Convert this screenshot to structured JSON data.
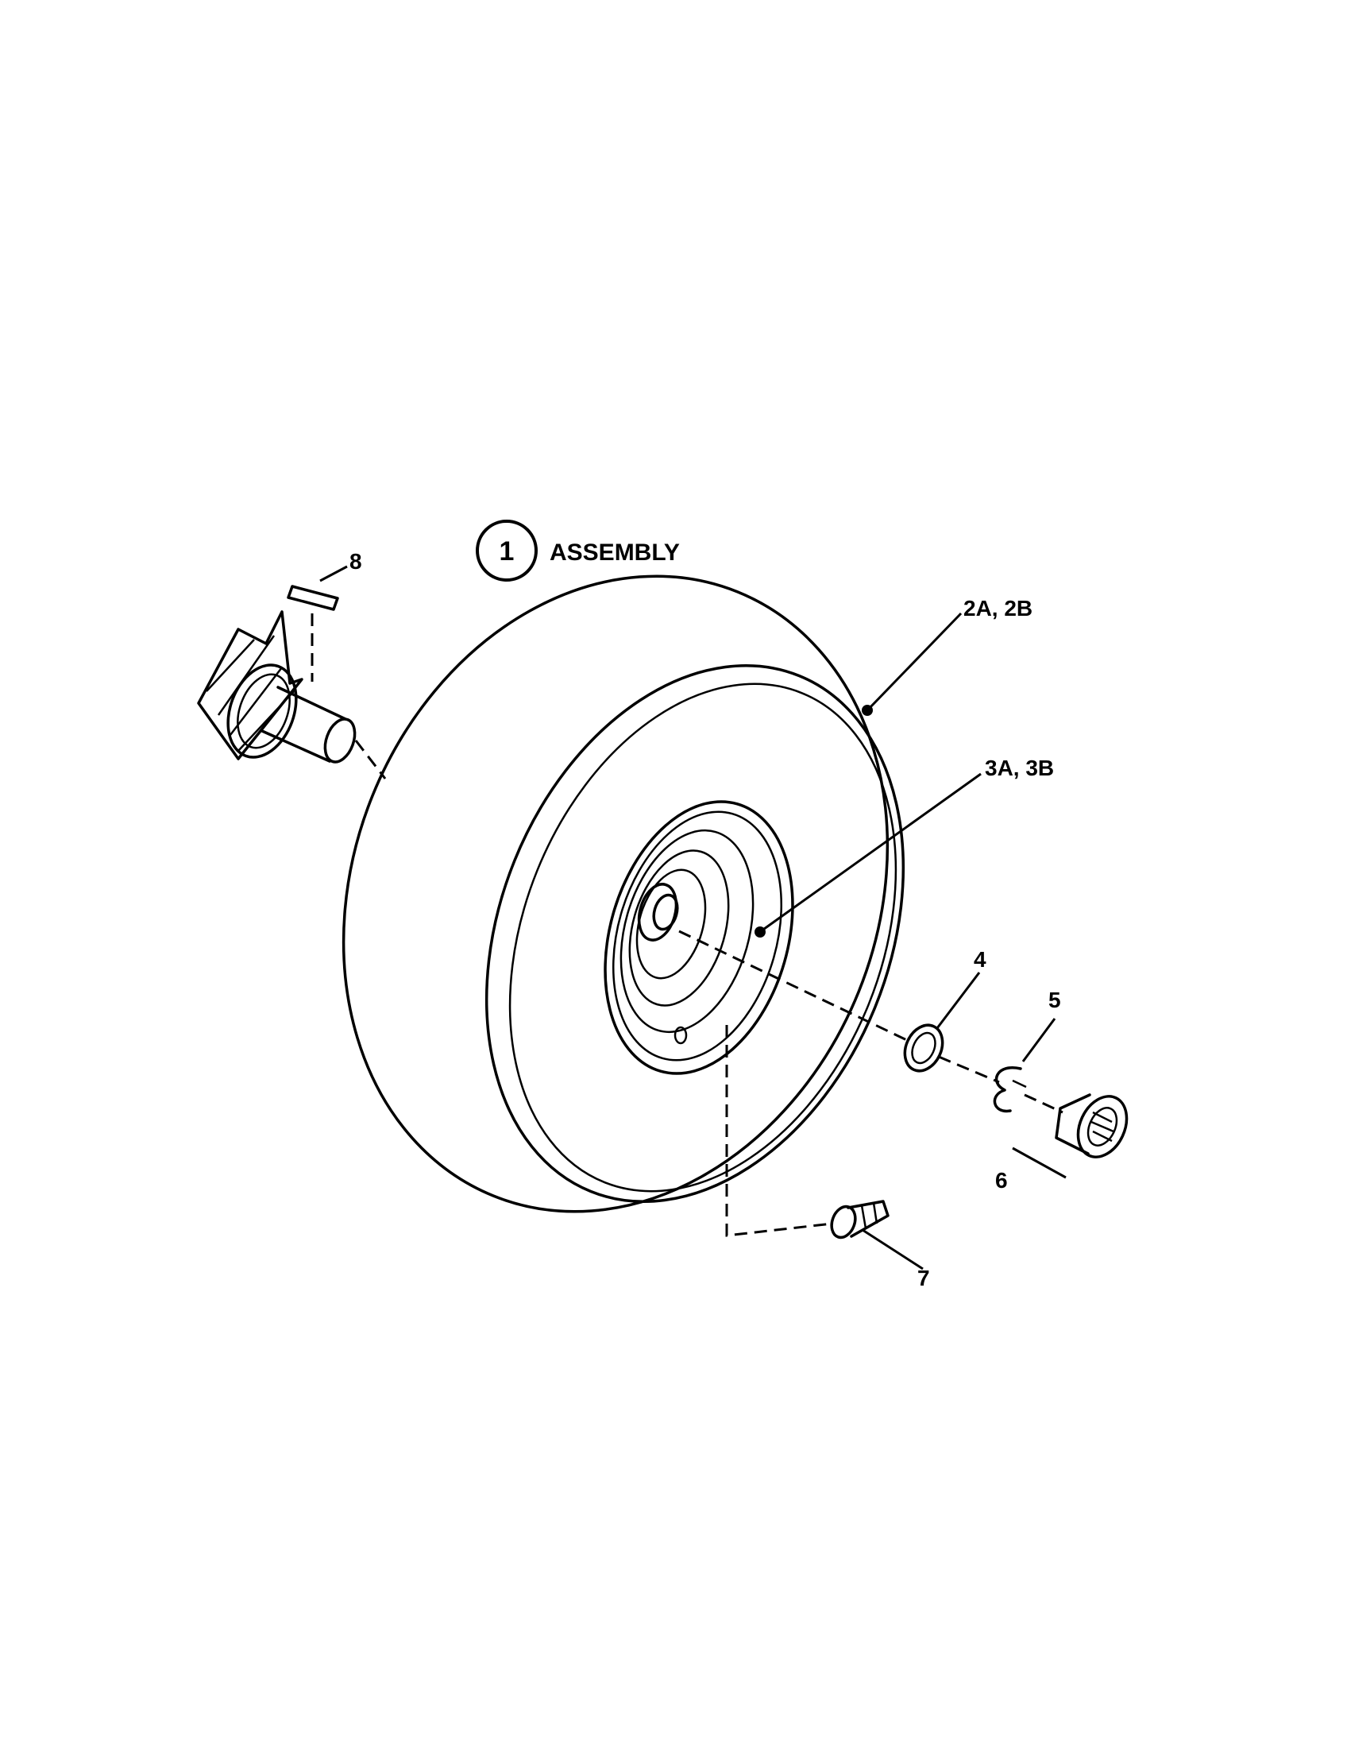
{
  "assembly": {
    "number": "1",
    "label": "ASSEMBLY"
  },
  "callouts": {
    "tire": "2A, 2B",
    "rim": "3A, 3B",
    "washer": "4",
    "e_ring": "5",
    "bearing": "6",
    "grease_fitting": "7",
    "key": "8"
  }
}
